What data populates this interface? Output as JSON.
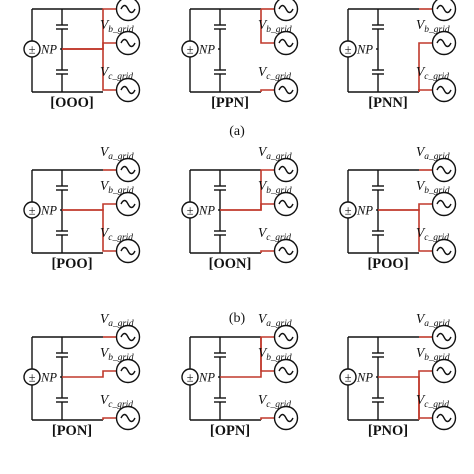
{
  "figure": {
    "grid_voltage_labels": {
      "a": {
        "main": "V",
        "sub": "a_grid"
      },
      "b": {
        "main": "V",
        "sub": "b_grid"
      },
      "c": {
        "main": "V",
        "sub": "c_grid"
      }
    },
    "neutral_point_label": "NP",
    "source_symbol": "±",
    "colors": {
      "wire": "#111111",
      "switch_path": "#c0392b"
    },
    "icons": {
      "source": "dc-source-icon",
      "ac_source": "ac-source-icon",
      "capacitor": "capacitor-icon"
    },
    "rows": [
      {
        "caption": "(a)",
        "panels": [
          {
            "state": "[OOO]",
            "a": "O",
            "b": "O",
            "c": "O"
          },
          {
            "state": "[PPN]",
            "a": "P",
            "b": "P",
            "c": "N"
          },
          {
            "state": "[PNN]",
            "a": "P",
            "b": "N",
            "c": "N"
          }
        ]
      },
      {
        "caption": "(b)",
        "panels": [
          {
            "state": "[POO]",
            "a": "P",
            "b": "O",
            "c": "O"
          },
          {
            "state": "[OON]",
            "a": "O",
            "b": "O",
            "c": "N"
          },
          {
            "state": "[POO]",
            "a": "P",
            "b": "O",
            "c": "O"
          }
        ]
      },
      {
        "caption": "",
        "panels": [
          {
            "state": "[PON]",
            "a": "P",
            "b": "O",
            "c": "N"
          },
          {
            "state": "[OPN]",
            "a": "O",
            "b": "P",
            "c": "N"
          },
          {
            "state": "[PNO]",
            "a": "P",
            "b": "N",
            "c": "O"
          }
        ]
      }
    ]
  }
}
